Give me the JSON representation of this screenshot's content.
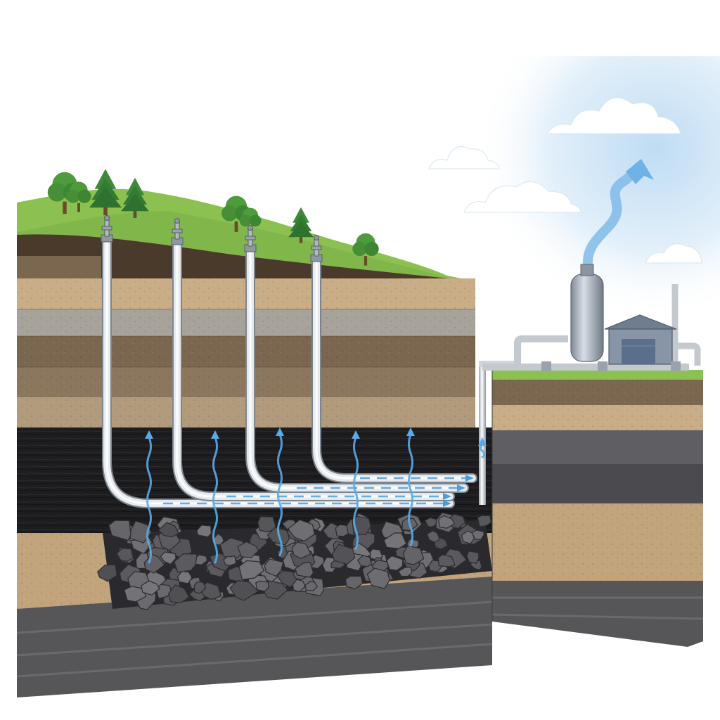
{
  "diagram": {
    "kind": "coal-bed-methane-extraction-cross-section",
    "wells": [
      "well-1",
      "well-2",
      "well-3",
      "well-4"
    ],
    "gas_flow_arrows": 6,
    "colors": {
      "sky": "#cfe6f7",
      "grass": "#8cc152",
      "topsoil": "#4a3a2c",
      "sand": "#c9ad86",
      "gravel": "#a7a39b",
      "clay": "#7b6650",
      "coal": "#1d1d1f",
      "rubble": "#5b5c60",
      "bedrock": "#565659",
      "pipe": "#e6eaee",
      "gas": "#4a9ee0",
      "building": "#8895a6"
    },
    "icons": [
      "tree-icon",
      "pine-tree-icon",
      "cloud-icon",
      "wellhead-icon",
      "gas-arrow-icon",
      "gas-tank-icon",
      "building-icon"
    ]
  }
}
